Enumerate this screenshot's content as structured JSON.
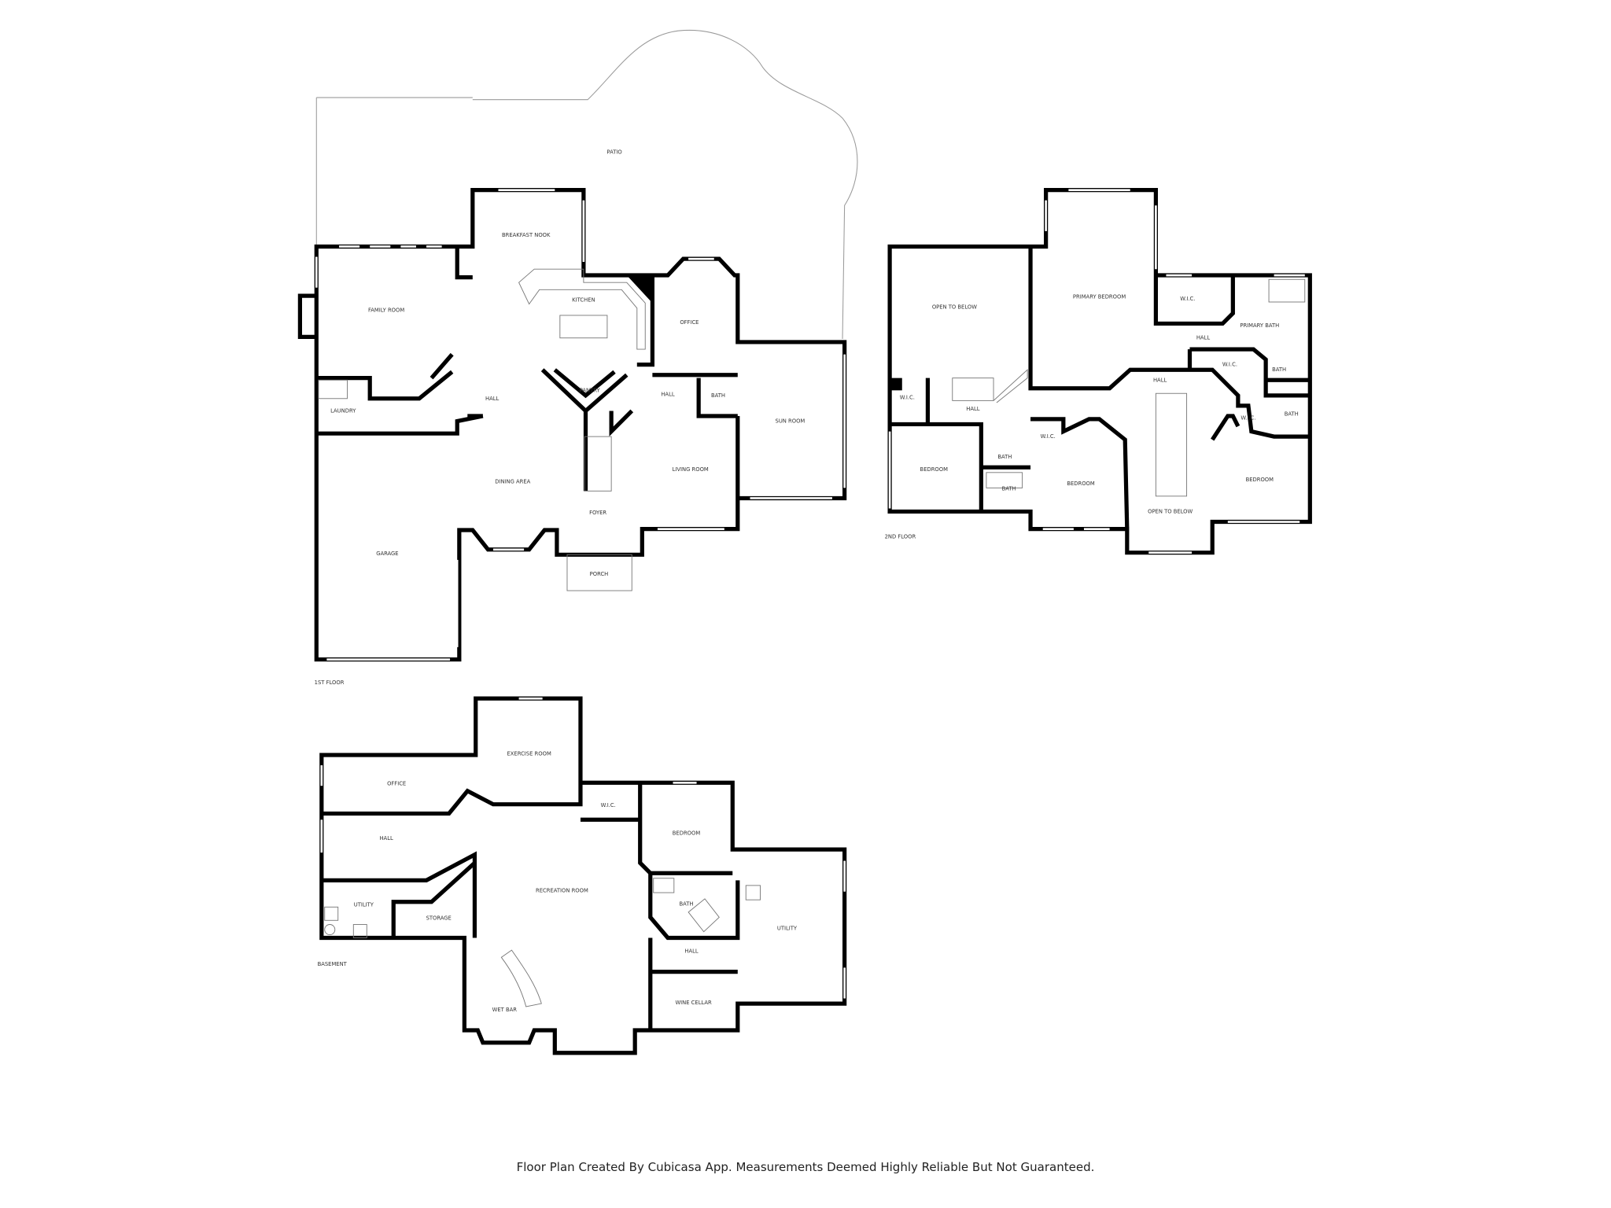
{
  "first_floor": {
    "title": "1ST FLOOR",
    "rooms": [
      "PATIO",
      "BREAKFAST NOOK",
      "FAMILY ROOM",
      "KITCHEN",
      "OFFICE",
      "HALL",
      "PANTRY",
      "HALL",
      "BATH",
      "LAUNDRY",
      "SUN ROOM",
      "DINING AREA",
      "LIVING ROOM",
      "FOYER",
      "GARAGE",
      "PORCH"
    ]
  },
  "second_floor": {
    "title": "2ND FLOOR",
    "rooms": [
      "OPEN TO BELOW",
      "PRIMARY BEDROOM",
      "W.I.C.",
      "PRIMARY BATH",
      "HALL",
      "W.I.C.",
      "BATH",
      "HALL",
      "W.I.C.",
      "HALL",
      "BATH",
      "W.I.C.",
      "W.I.C.",
      "BATH",
      "BEDROOM",
      "BATH",
      "BEDROOM",
      "BEDROOM",
      "OPEN TO BELOW"
    ]
  },
  "basement": {
    "title": "BASEMENT",
    "rooms": [
      "EXERCISE ROOM",
      "OFFICE",
      "W.I.C.",
      "BEDROOM",
      "HALL",
      "RECREATION ROOM",
      "UTILITY",
      "BATH",
      "STORAGE",
      "UTILITY",
      "HALL",
      "WINE CELLAR",
      "WET BAR"
    ]
  },
  "footer": "Floor Plan Created By Cubicasa App. Measurements Deemed Highly Reliable But Not Guaranteed.",
  "colors": {
    "walls": "#000000",
    "background": "#ffffff",
    "text": "#333333"
  }
}
